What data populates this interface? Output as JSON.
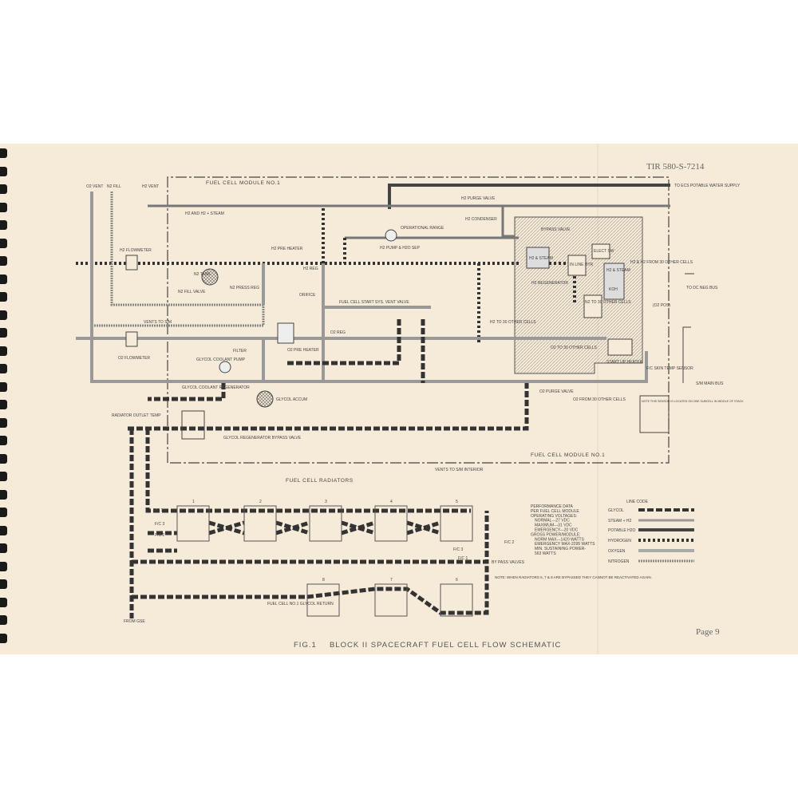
{
  "header": {
    "doc_number": "TIR 580-S-7214",
    "page": "Page 9"
  },
  "caption": {
    "fig": "FIG.1",
    "title": "BLOCK II SPACECRAFT FUEL CELL FLOW SCHEMATIC"
  },
  "labels": {
    "module_top": "FUEL CELL MODULE NO.1",
    "module_bottom": "FUEL CELL MODULE NO.1",
    "o2_vent": "O2 VENT",
    "n2_fill": "N2 FILL",
    "h2_vent": "H2 VENT",
    "h2_steam": "H2 AND H2 + STEAM",
    "h2_flowmeter": "H2 FLOWMETER",
    "o2_flowmeter": "O2 FLOWMETER",
    "h2_preheater": "H2 PRE HEATER",
    "h2_reg": "H2 REG",
    "n2_tank": "N2 TANK",
    "n2_fill_valve": "N2 FILL VALVE",
    "n2_press_reg": "N2 PRESS REG",
    "vents_sm": "VENTS TO S/M",
    "orifice": "ORIFICE",
    "start_vent": "FUEL CELL START SYS. VENT VALVE",
    "o2_reg": "O2 REG",
    "o2_preheater": "O2 PRE HEATER",
    "filter": "FILTER",
    "glycol_pump": "GLYCOL COOLANT PUMP",
    "glycol_regen": "GLYCOL COOLANT REGENERATOR",
    "glycol_accum": "GLYCOL ACCUM",
    "radiator_outlet": "RADIATOR OUTLET TEMP",
    "regen_bypass": "GLYCOL REGENERATOR BYPASS VALVE",
    "operational_range": "OPERATIONAL RANGE",
    "h2_pump": "H2 PUMP & H2O SEP",
    "h2_purge": "H2 PURGE VALVE",
    "h2_condenser": "H2 CONDENSER",
    "bypass_valve": "BYPASS VALVE",
    "h2_steam_box": "H2 & STEAM",
    "inline_htr": "IN LINE HTR",
    "elect_sw": "ELECT SW",
    "h2_steam_box2": "H2 & STEAM",
    "h2_regenerator": "H2 REGENERATOR",
    "h2_o2_from": "H2 & H2 FROM 30 OTHER CELLS",
    "koh": "KOH",
    "h2_to_30": "H2 TO 30 OTHER CELLS",
    "n2_to_30": "N2 TO 30 OTHER CELLS",
    "o2_to_30": "O2 TO 30 OTHER CELLS",
    "startup_heater": "START UP HEATER",
    "o2_purge": "O2 PURGE VALVE",
    "o2_from_30": "O2 FROM 30 OTHER CELLS",
    "ecs_water": "TO ECS POTABLE WATER SUPPLY",
    "dc_neg": "TO DC NEG BUS",
    "o2_post": "(O2 POS)",
    "skin_sensor": "F/C SKIN TEMP SENSOR",
    "sm_main_bus": "S/M MAIN BUS",
    "note_sensor": "NOTE THIS SENSOR IS LOCATED ON ONE SUBCELL IN MIDDLE OF STACK",
    "vents_interior": "VENTS TO S/M INTERIOR",
    "radiators": "FUEL CELL RADIATORS",
    "fc1": "F/C 1",
    "fc3": "F/C 3",
    "fc2": "F/C 2",
    "fc3b": "F/C 3",
    "fc1b": "F/C 1",
    "fc2b": "F/C 2",
    "bypass_valves": "BY PASS VALVES",
    "glycol_return": "FUEL CELL NO.1 GLYCOL RETURN",
    "from_gse": "FROM GSE",
    "note_bypass": "NOTE: WHEN RADIATORS 6, 7 & 8 ARE BYPASSED THEY CANNOT BE REACTIVATED AGAIN."
  },
  "radiator_numbers": [
    "1",
    "2",
    "3",
    "4",
    "5",
    "6",
    "7",
    "8"
  ],
  "performance": [
    "PERFORMANCE DATA",
    "PER FUEL CELL MODULE",
    "OPERATING VOLTAGES:",
    "NORMAL---27 VDC",
    "MAXIMUM---31 VDC",
    "EMERGENCY---20 VDC",
    "GROSS POWER/MODULE:",
    "NORM MAX---1420 WATTS",
    "EMERGENCY MAX-2295 WATTS",
    "MIN. SUSTAINING POWER-",
    "563 WATTS"
  ],
  "line_code": {
    "title": "LINE CODE",
    "items": [
      "GLYCOL",
      "STEAM + H2",
      "POTABLE H2O",
      "HYDROGEN",
      "OXYGEN",
      "NITROGEN"
    ]
  },
  "colors": {
    "paper": "#f6ead8",
    "ink": "#3a3a3a"
  }
}
